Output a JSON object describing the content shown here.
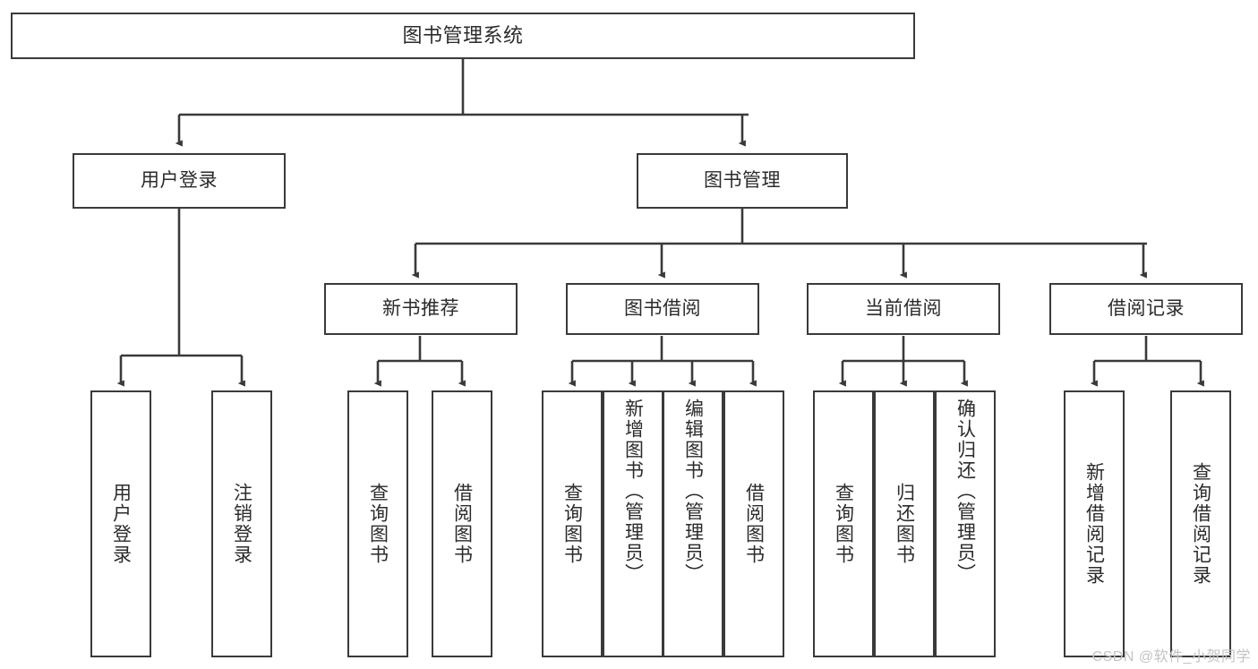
{
  "diagram": {
    "type": "tree",
    "title": "图书管理系统",
    "stroke_color": "#3a3a3a",
    "text_color": "#2b2b2b",
    "background_color": "#ffffff",
    "root": {
      "label": "图书管理系统"
    },
    "level2": [
      {
        "label": "用户登录"
      },
      {
        "label": "图书管理"
      }
    ],
    "level3": [
      {
        "label": "新书推荐"
      },
      {
        "label": "图书借阅"
      },
      {
        "label": "当前借阅"
      },
      {
        "label": "借阅记录"
      }
    ],
    "leaves": {
      "user_login": [
        {
          "label": "用户登录"
        },
        {
          "label": "注销登录"
        }
      ],
      "new_book_recommend": [
        {
          "label": "查询图书"
        },
        {
          "label": "借阅图书"
        }
      ],
      "book_borrow": [
        {
          "label": "查询图书"
        },
        {
          "label": "新增图书（管理员）"
        },
        {
          "label": "编辑图书（管理员）"
        },
        {
          "label": "借阅图书"
        }
      ],
      "current_borrow": [
        {
          "label": "查询图书"
        },
        {
          "label": "归还图书"
        },
        {
          "label": "确认归还（管理员）"
        }
      ],
      "borrow_record": [
        {
          "label": "新增借阅记录"
        },
        {
          "label": "查询借阅记录"
        }
      ]
    }
  },
  "watermark": {
    "text": "CSDN @软件_小贺同学"
  }
}
